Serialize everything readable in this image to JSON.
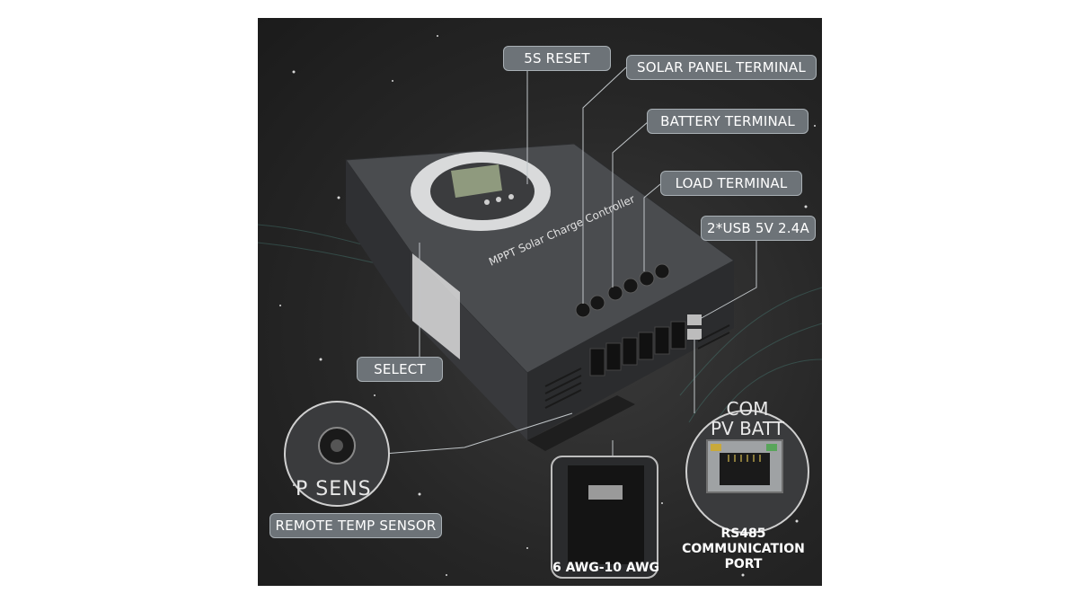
{
  "callouts": {
    "reset": "5S RESET",
    "solar": "SOLAR PANEL TERMINAL",
    "battery": "BATTERY TERMINAL",
    "load": "LOAD TERMINAL",
    "usb": "2*USB 5V 2.4A",
    "select": "SELECT",
    "remote_temp": "REMOTE TEMP SENSOR"
  },
  "labels": {
    "awg": "6 AWG-10 AWG",
    "rs485": [
      "RS485",
      "COMMUNICATION",
      "PORT"
    ]
  },
  "device": {
    "panel_text": "MPPT Solar Charge Controller"
  },
  "insets": {
    "temp_sensor_text": "P SENS",
    "port_line1": "COM",
    "port_line2": "PV BATT"
  }
}
